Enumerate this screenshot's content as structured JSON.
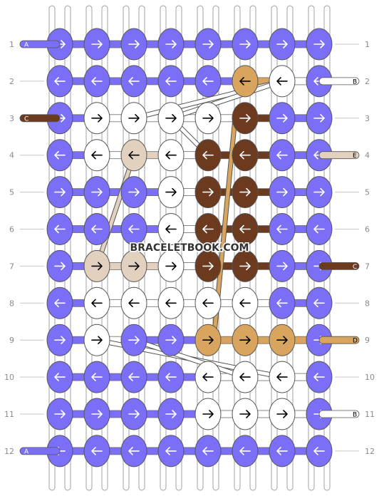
{
  "watermark": "BRACELETBOOK.COM",
  "colors": {
    "A": "#7b6ff7",
    "B": "#ffffff",
    "C": "#6b3a1f",
    "D": "#d9a55e",
    "E": "#e3d1bf"
  },
  "strings_left": [
    {
      "row": 1,
      "label": "A",
      "color": "A"
    },
    {
      "row": 3,
      "label": "C",
      "color": "C"
    },
    {
      "row": 12,
      "label": "A",
      "color": "A"
    }
  ],
  "strings_right": [
    {
      "row": 2,
      "label": "B",
      "color": "B"
    },
    {
      "row": 4,
      "label": "E",
      "color": "E"
    },
    {
      "row": 7,
      "label": "C",
      "color": "C"
    },
    {
      "row": 9,
      "label": "D",
      "color": "D"
    },
    {
      "row": 11,
      "label": "B",
      "color": "B"
    }
  ],
  "row_labels": [
    "1",
    "2",
    "3",
    "4",
    "5",
    "6",
    "7",
    "8",
    "9",
    "10",
    "11",
    "12"
  ],
  "knots": [
    "AAAAAAAA",
    "AAAAADBA",
    "ABBBBCAA",
    "ABEBCCAA",
    "AAABCCAA",
    "AAABCCAA",
    "AEEBCCAA",
    "ABBBBBAA",
    "ABAADDDA",
    "AAAABBBA",
    "AAAABBBA",
    "AAAAAAAA"
  ],
  "directions": [
    "RRRRRRRR",
    "LLLLLLLL",
    "RRRRRRRR",
    "LLLLLLLL",
    "RRRRRRRR",
    "LLLLLLLL",
    "RRRRRRRR",
    "LLLLLLLL",
    "RRRRRRRR",
    "LLLLLLLL",
    "RRRRRRRR",
    "LLLLLLLL"
  ]
}
